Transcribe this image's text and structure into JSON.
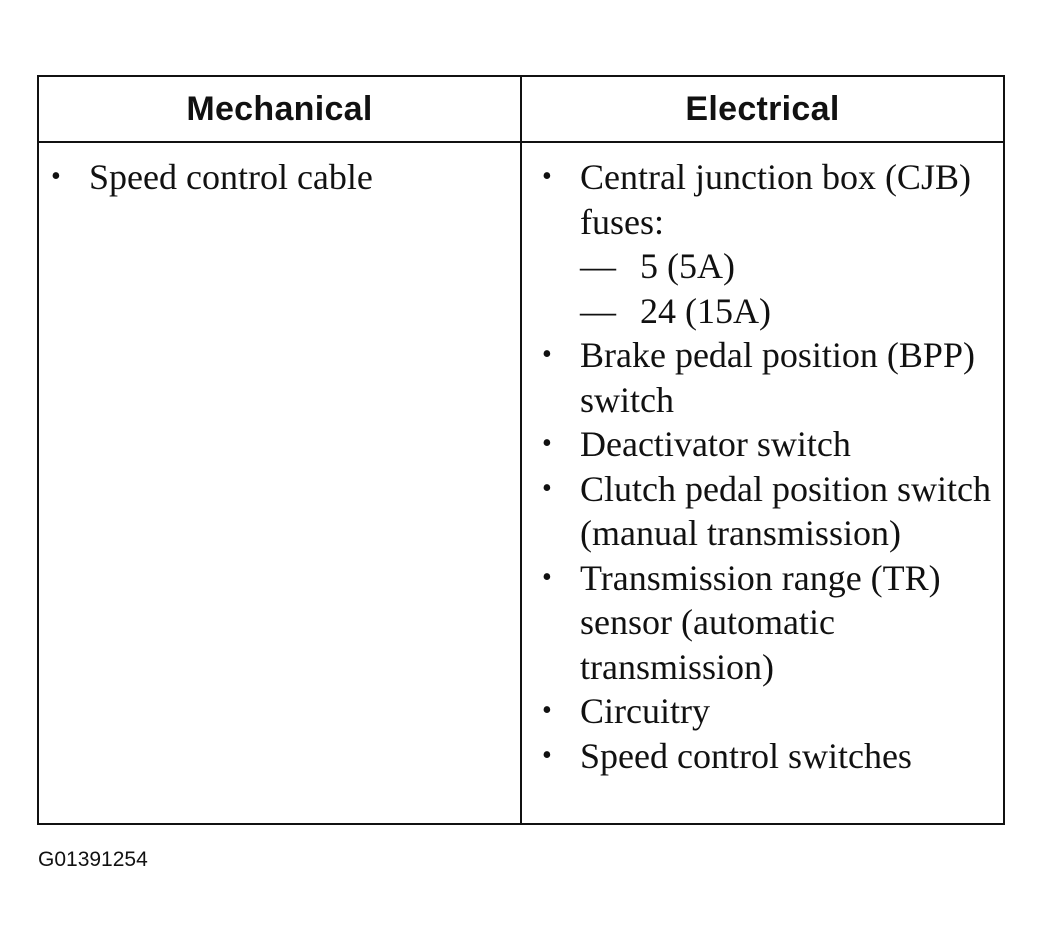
{
  "table": {
    "headers": [
      "Mechanical",
      "Electrical"
    ],
    "mechanical_items": [
      "Speed control cable"
    ],
    "electrical_items": [
      {
        "text": "Central junction box (CJB) fuses:",
        "sub": [
          "5 (5A)",
          "24 (15A)"
        ]
      },
      {
        "text": "Brake pedal position (BPP) switch"
      },
      {
        "text": "Deactivator switch"
      },
      {
        "text": "Clutch pedal position switch (manual transmission)"
      },
      {
        "text": "Transmission range (TR) sensor (automatic transmission)"
      },
      {
        "text": "Circuitry"
      },
      {
        "text": "Speed control switches"
      }
    ],
    "bullet_glyph": "•",
    "dash_glyph": "—"
  },
  "figure_id": "G01391254"
}
